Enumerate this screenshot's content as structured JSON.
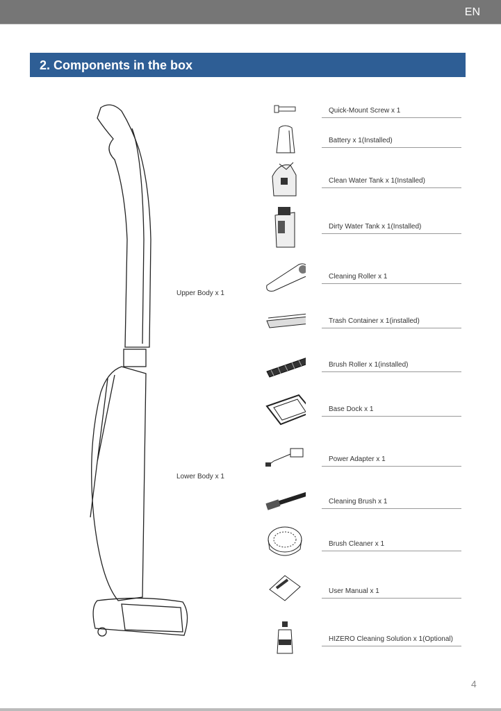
{
  "header": {
    "language": "EN"
  },
  "section_title": "2. Components in the box",
  "labels": {
    "upper": "Upper Body x 1",
    "lower": "Lower Body x 1"
  },
  "items": [
    {
      "label": "Quick-Mount Screw x 1",
      "icon": "screw-icon"
    },
    {
      "label": "Battery x 1(Installed)",
      "icon": "battery-icon"
    },
    {
      "label": "Clean Water Tank x 1(Installed)",
      "icon": "clean-water-tank-icon"
    },
    {
      "label": "Dirty Water Tank x 1(Installed)",
      "icon": "dirty-water-tank-icon"
    },
    {
      "label": "Cleaning Roller x 1",
      "icon": "cleaning-roller-icon"
    },
    {
      "label": "Trash Container x 1(installed)",
      "icon": "trash-container-icon"
    },
    {
      "label": "Brush Roller x 1(installed)",
      "icon": "brush-roller-icon"
    },
    {
      "label": "Base Dock x 1",
      "icon": "base-dock-icon"
    },
    {
      "label": "Power Adapter x 1",
      "icon": "power-adapter-icon"
    },
    {
      "label": "Cleaning Brush x 1",
      "icon": "cleaning-brush-icon"
    },
    {
      "label": "Brush Cleaner x 1",
      "icon": "brush-cleaner-icon"
    },
    {
      "label": "User Manual x 1",
      "icon": "user-manual-icon"
    },
    {
      "label": "HIZERO Cleaning Solution x 1(Optional)",
      "icon": "cleaning-solution-icon"
    }
  ],
  "page_number": "4"
}
